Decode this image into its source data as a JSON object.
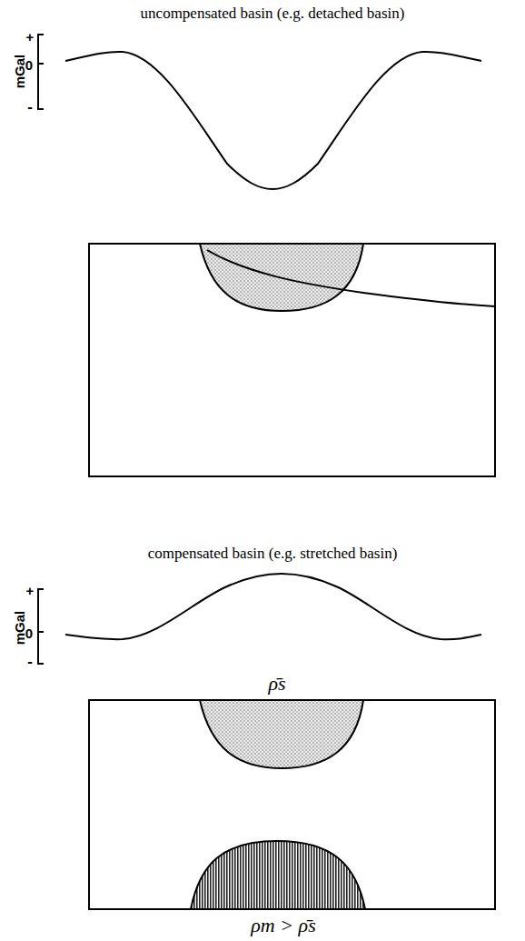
{
  "diagram": {
    "labels": [
      "uncompensated basin (e.g. detached basin)",
      "mGal",
      "+",
      "0",
      "-",
      "compensated basin (e.g. stretched basin)",
      "mGal",
      "+",
      "0",
      "-",
      "ρ̄s",
      "ρm > ρ̄s"
    ]
  }
}
